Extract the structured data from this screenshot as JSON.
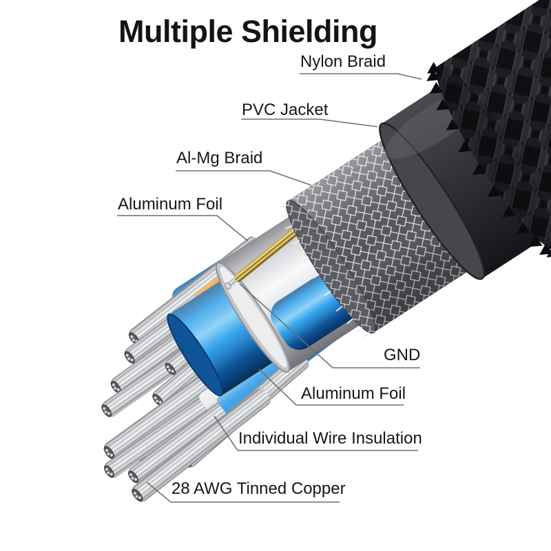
{
  "title": "Multiple Shielding",
  "labels": {
    "nylon_braid": "Nylon Braid",
    "pvc_jacket": "PVC Jacket",
    "almg_braid": "Al-Mg Braid",
    "aluminum_foil_outer": "Aluminum Foil",
    "gnd": "GND",
    "aluminum_foil_inner": "Aluminum Foil",
    "individual_wire_insulation": "Individual Wire Insulation",
    "tinned_copper": "28 AWG Tinned Copper"
  },
  "colors": {
    "background": "#ffffff",
    "text": "#161616",
    "leader_line": "#6f6f6f",
    "nylon_braid": "#111114",
    "pvc_jacket": "#303136",
    "almg_braid": "#d8dade",
    "aluminum_foil": "#c6c8cc",
    "blue_foil": "#2f9fe8",
    "gnd_gold": "#c9a83f",
    "tinned_copper": "#c9cbce",
    "wire_orange": "#e8941c",
    "wire_red": "#e41e2e",
    "wire_brown": "#8a5a28",
    "wire_blue": "#3fa3e8",
    "wire_green": "#b8c93a",
    "wire_white": "#eceef0",
    "wire_gray": "#d5d6d9"
  }
}
